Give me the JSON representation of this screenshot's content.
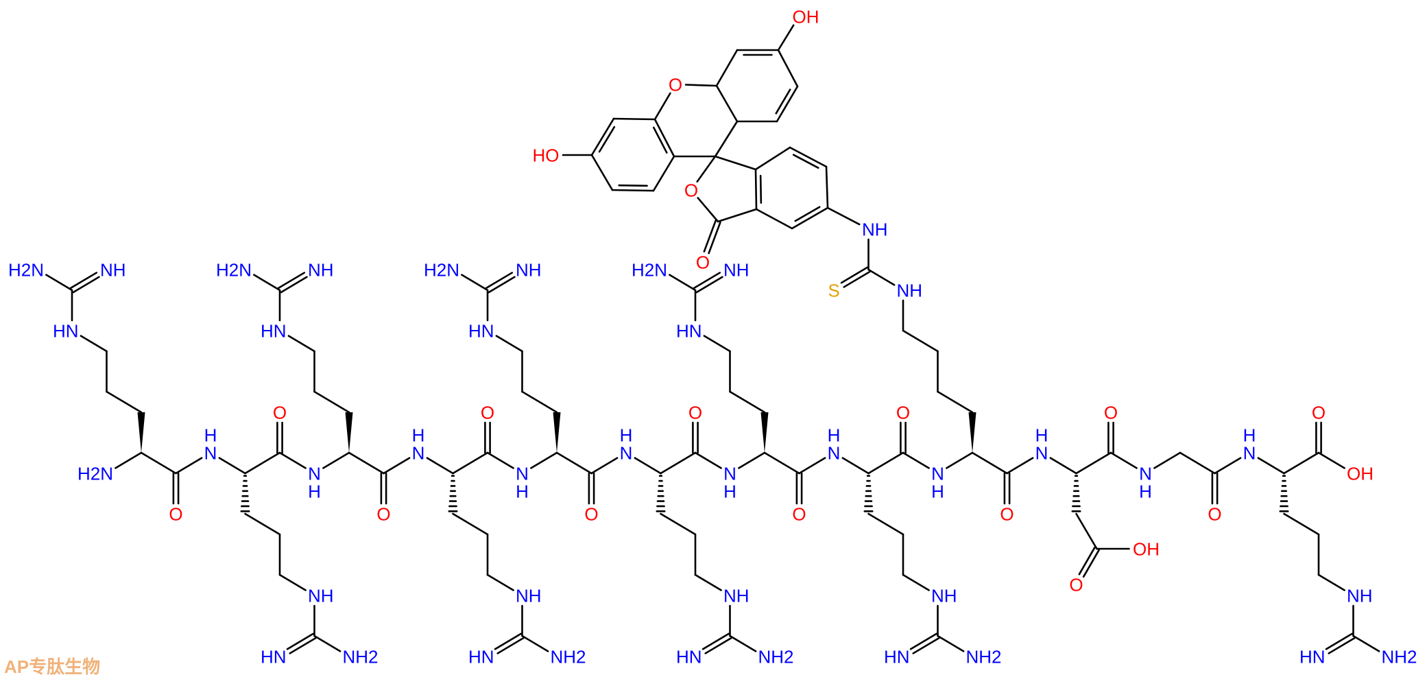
{
  "colors": {
    "bond": "#000000",
    "nitrogen": "#0000ff",
    "oxygen": "#ff0000",
    "sulfur": "#e3a008",
    "watermark": "#f0b27a"
  },
  "backbone": {
    "n_terminus": "H2N",
    "amide_n": "N",
    "amide_h": "H",
    "carbonyl_o": "O",
    "c_terminus_oh": "OH"
  },
  "residues": [
    {
      "side_labels": {
        "ne": "HN",
        "nh2": "H2N",
        "nh": "NH"
      }
    },
    {
      "side_labels": {
        "ne": "NH",
        "nh": "HN",
        "nh2": "NH2"
      }
    },
    {
      "side_labels": {
        "ne": "HN",
        "nh2": "H2N",
        "nh": "NH"
      }
    },
    {
      "side_labels": {
        "ne": "NH",
        "nh": "HN",
        "nh2": "NH2"
      }
    },
    {
      "side_labels": {
        "ne": "HN",
        "nh2": "H2N",
        "nh": "NH"
      }
    },
    {
      "side_labels": {
        "ne": "NH",
        "nh": "HN",
        "nh2": "NH2"
      }
    },
    {
      "side_labels": {
        "ne": "HN",
        "nh2": "H2N",
        "nh": "NH"
      }
    },
    {
      "side_labels": {
        "ne": "NH",
        "nh": "HN",
        "nh2": "NH2"
      }
    },
    {
      "side_labels": {
        "nz": "NH",
        "s": "S",
        "nh_aryl": "NH"
      }
    },
    {
      "side_labels": {
        "oh": "OH",
        "o": "O"
      }
    },
    {
      "side_labels": {}
    },
    {
      "side_labels": {
        "ne": "NH",
        "nh": "HN",
        "nh2": "NH2"
      }
    }
  ],
  "fluorescein": {
    "oh_right": "OH",
    "oh_left": "HO",
    "xanthene_o": "O",
    "lactone_o": "O",
    "lactone_carbonyl_o": "O"
  },
  "watermark": "AP专肽生物"
}
